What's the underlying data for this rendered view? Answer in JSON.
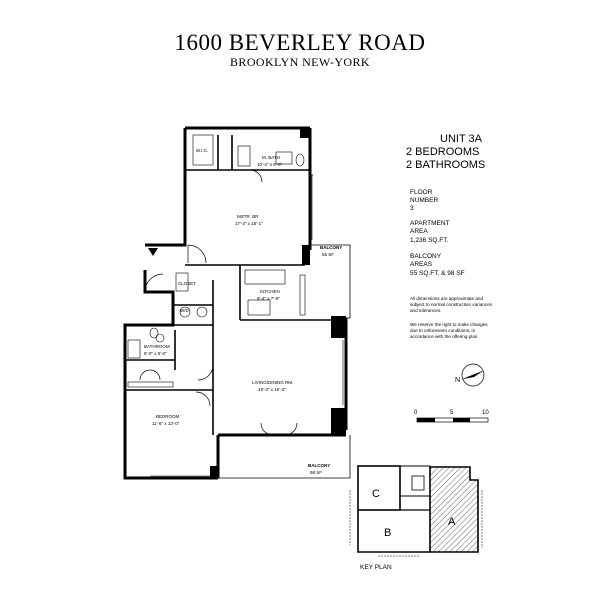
{
  "header": {
    "title": "1600 BEVERLEY ROAD",
    "subtitle": "BROOKLYN NEW-YORK"
  },
  "unit": {
    "name": "UNIT 3A",
    "bedrooms": "2 BEDROOMS",
    "bathrooms": "2 BATHROOMS"
  },
  "details": {
    "floor_label_1": "FLOOR",
    "floor_label_2": "NUMBER",
    "floor_value": "3",
    "area_label_1": "APARTMENT",
    "area_label_2": "AREA",
    "area_value": "1,236 SQ.FT.",
    "balcony_label_1": "BALCONY",
    "balcony_label_2": "AREAS",
    "balcony_value": "55 SQ.FT. & 98 SF"
  },
  "notes": {
    "disclaimer": "All dimensions are approximate and subject to normal construction variances and tolerances.",
    "rights": "We reserve the right to make changes due to unforeseen conditions, in accordance with the offering plan."
  },
  "compass": {
    "label": "N"
  },
  "scale": {
    "ticks": [
      "0",
      "5",
      "10"
    ]
  },
  "rooms": {
    "wic": "W.I.C.",
    "master_bath": "M. BATH",
    "master_bath_dim": "10'-4\" x 6'-6\"",
    "master_bed": "MSTR. BR",
    "master_bed_dim": "17'-3\" x 15'-1\"",
    "balcony_top": "BALCONY",
    "balcony_top_area": "55 SF",
    "closet": "CLOSET",
    "wd": "W/D",
    "kitchen": "KITCHEN",
    "kitchen_dim": "9'-4\" x 7'-8\"",
    "bathroom": "BATHROOM",
    "bathroom_dim": "9'-0\" x 5'-0\"",
    "living": "LIVING/DINING RM.",
    "living_dim": "19'-3\" x 16'-3\"",
    "bedroom": "BEDROOM",
    "bedroom_dim": "11'-6\" x 13'-0\"",
    "balcony_bottom": "BALCONY",
    "balcony_bottom_area": "98 SF"
  },
  "keyplan": {
    "label": "KEY PLAN",
    "units": [
      "A",
      "B",
      "C"
    ]
  }
}
